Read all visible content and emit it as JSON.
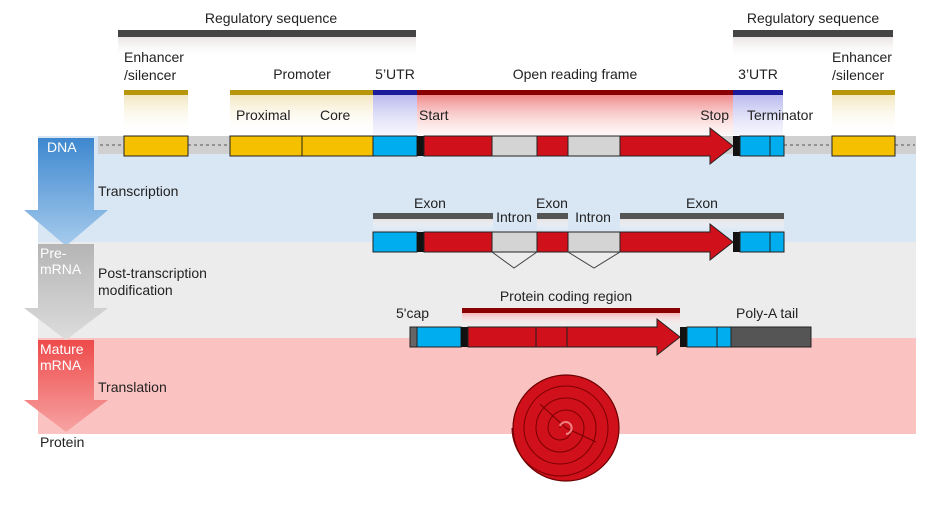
{
  "colors": {
    "gold": "#f5c000",
    "gold_bar": "#b8960c",
    "blue": "#00aeef",
    "blue_bar": "#1a1a9a",
    "red": "#d0101a",
    "red_bar": "#8b0000",
    "grey_intron": "#d4d4d4",
    "dark_bar": "#444444",
    "band_dna": "#d9e6f3",
    "band_pre": "#ececec",
    "band_mature": "#fbc2c2",
    "poly_a": "#555555"
  },
  "regulatory": {
    "left": "Regulatory sequence",
    "right": "Regulatory sequence"
  },
  "dna_labels": {
    "enhancer_left_1": "Enhancer",
    "enhancer_left_2": "/silencer",
    "promoter": "Promoter",
    "proximal": "Proximal",
    "core": "Core",
    "utr5": "5’UTR",
    "orf": "Open reading frame",
    "start": "Start",
    "stop": "Stop",
    "utr3": "3’UTR",
    "terminator": "Terminator",
    "enhancer_right_1": "Enhancer",
    "enhancer_right_2": "/silencer"
  },
  "pre_mrna_labels": {
    "exon1": "Exon",
    "exon2": "Exon",
    "exon3": "Exon",
    "intron1": "Intron",
    "intron2": "Intron"
  },
  "mature_labels": {
    "protein_coding_region": "Protein coding region",
    "cap": "5'cap",
    "poly_a": "Poly-A tail"
  },
  "stages": {
    "dna": "DNA",
    "pre_mrna_1": "Pre-",
    "pre_mrna_2": "mRNA",
    "mature_1": "Mature",
    "mature_2": "mRNA",
    "protein": "Protein"
  },
  "processes": {
    "transcription": "Transcription",
    "post_transcription_1": "Post-transcription",
    "post_transcription_2": "modification",
    "translation": "Translation"
  }
}
